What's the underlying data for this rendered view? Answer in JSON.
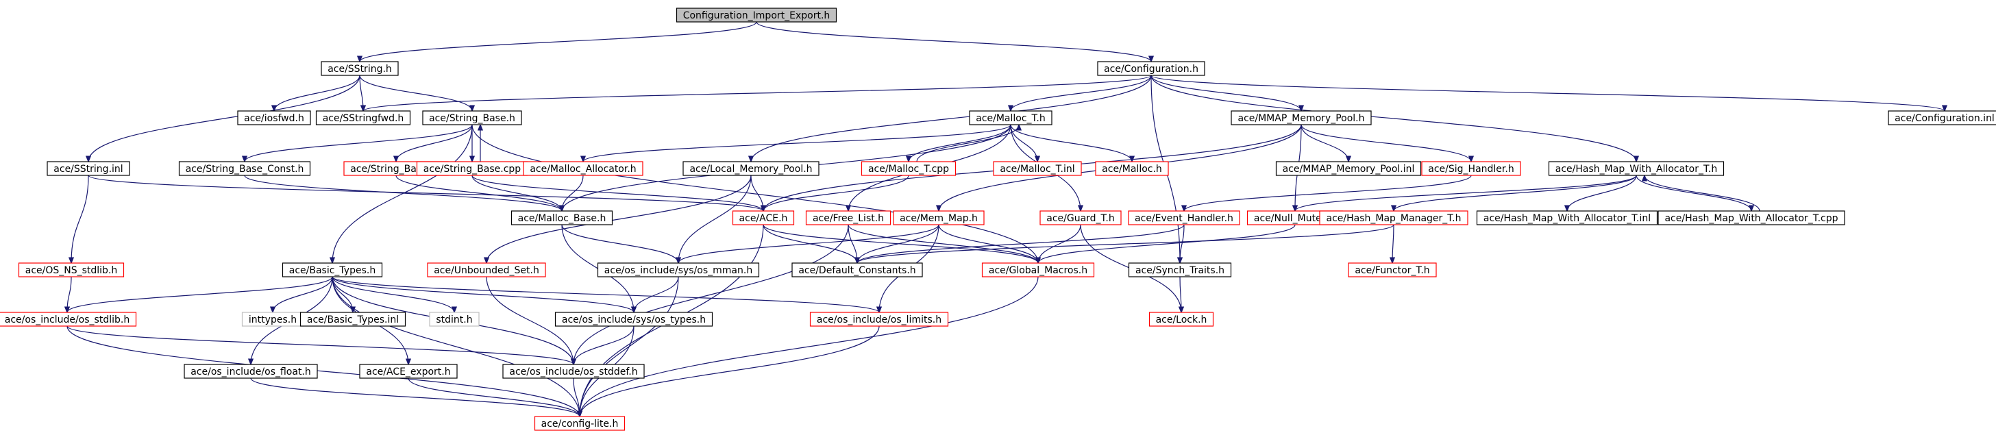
{
  "colors": {
    "edge": "#191970",
    "normal_border": "#000000",
    "incomplete_border": "#ff0000",
    "external_border": "#bfbfbf",
    "root_fill": "#bfbfbf",
    "fill": "#ffffff"
  },
  "nodes": [
    {
      "id": "root",
      "label": "Configuration_Import_Export.h",
      "kind": "root"
    },
    {
      "id": "sstring",
      "label": "ace/SString.h",
      "kind": "normal"
    },
    {
      "id": "configuration",
      "label": "ace/Configuration.h",
      "kind": "normal"
    },
    {
      "id": "iosfwd",
      "label": "ace/iosfwd.h",
      "kind": "normal"
    },
    {
      "id": "sstringfwd",
      "label": "ace/SStringfwd.h",
      "kind": "normal"
    },
    {
      "id": "string_base",
      "label": "ace/String_Base.h",
      "kind": "normal"
    },
    {
      "id": "malloc_t",
      "label": "ace/Malloc_T.h",
      "kind": "normal"
    },
    {
      "id": "mmap_pool",
      "label": "ace/MMAP_Memory_Pool.h",
      "kind": "normal"
    },
    {
      "id": "config_inl",
      "label": "ace/Configuration.inl",
      "kind": "normal"
    },
    {
      "id": "sstring_inl",
      "label": "ace/SString.inl",
      "kind": "normal"
    },
    {
      "id": "sb_const",
      "label": "ace/String_Base_Const.h",
      "kind": "normal"
    },
    {
      "id": "sb_inl",
      "label": "ace/String_Base.inl",
      "kind": "incomplete"
    },
    {
      "id": "sb_cpp",
      "label": "ace/String_Base.cpp",
      "kind": "incomplete"
    },
    {
      "id": "malloc_alloc",
      "label": "ace/Malloc_Allocator.h",
      "kind": "incomplete"
    },
    {
      "id": "local_pool",
      "label": "ace/Local_Memory_Pool.h",
      "kind": "normal"
    },
    {
      "id": "malloc_t_cpp",
      "label": "ace/Malloc_T.cpp",
      "kind": "incomplete"
    },
    {
      "id": "malloc_t_inl",
      "label": "ace/Malloc_T.inl",
      "kind": "incomplete"
    },
    {
      "id": "malloc_h",
      "label": "ace/Malloc.h",
      "kind": "incomplete"
    },
    {
      "id": "mmap_inl",
      "label": "ace/MMAP_Memory_Pool.inl",
      "kind": "normal"
    },
    {
      "id": "sig_handler",
      "label": "ace/Sig_Handler.h",
      "kind": "incomplete"
    },
    {
      "id": "hmwa_t",
      "label": "ace/Hash_Map_With_Allocator_T.h",
      "kind": "normal"
    },
    {
      "id": "malloc_base",
      "label": "ace/Malloc_Base.h",
      "kind": "normal"
    },
    {
      "id": "ace_h",
      "label": "ace/ACE.h",
      "kind": "incomplete"
    },
    {
      "id": "free_list",
      "label": "ace/Free_List.h",
      "kind": "incomplete"
    },
    {
      "id": "mem_map",
      "label": "ace/Mem_Map.h",
      "kind": "incomplete"
    },
    {
      "id": "guard_t",
      "label": "ace/Guard_T.h",
      "kind": "incomplete"
    },
    {
      "id": "event_handler",
      "label": "ace/Event_Handler.h",
      "kind": "incomplete"
    },
    {
      "id": "null_mutex",
      "label": "ace/Null_Mutex.h",
      "kind": "incomplete"
    },
    {
      "id": "hmm_t",
      "label": "ace/Hash_Map_Manager_T.h",
      "kind": "incomplete"
    },
    {
      "id": "hmwa_inl",
      "label": "ace/Hash_Map_With_Allocator_T.inl",
      "kind": "normal"
    },
    {
      "id": "hmwa_cpp",
      "label": "ace/Hash_Map_With_Allocator_T.cpp",
      "kind": "normal"
    },
    {
      "id": "os_ns_stdlib",
      "label": "ace/OS_NS_stdlib.h",
      "kind": "incomplete"
    },
    {
      "id": "basic_types",
      "label": "ace/Basic_Types.h",
      "kind": "normal"
    },
    {
      "id": "unbounded_set",
      "label": "ace/Unbounded_Set.h",
      "kind": "incomplete"
    },
    {
      "id": "os_mman",
      "label": "ace/os_include/sys/os_mman.h",
      "kind": "normal"
    },
    {
      "id": "default_const",
      "label": "ace/Default_Constants.h",
      "kind": "normal"
    },
    {
      "id": "global_macros",
      "label": "ace/Global_Macros.h",
      "kind": "incomplete"
    },
    {
      "id": "synch_traits",
      "label": "ace/Synch_Traits.h",
      "kind": "normal"
    },
    {
      "id": "functor_t",
      "label": "ace/Functor_T.h",
      "kind": "incomplete"
    },
    {
      "id": "os_stdlib",
      "label": "ace/os_include/os_stdlib.h",
      "kind": "incomplete"
    },
    {
      "id": "inttypes",
      "label": "inttypes.h",
      "kind": "external"
    },
    {
      "id": "basic_types_inl",
      "label": "ace/Basic_Types.inl",
      "kind": "normal"
    },
    {
      "id": "stdint",
      "label": "stdint.h",
      "kind": "external"
    },
    {
      "id": "os_types",
      "label": "ace/os_include/sys/os_types.h",
      "kind": "normal"
    },
    {
      "id": "os_limits",
      "label": "ace/os_include/os_limits.h",
      "kind": "incomplete"
    },
    {
      "id": "lock_h",
      "label": "ace/Lock.h",
      "kind": "incomplete"
    },
    {
      "id": "os_float",
      "label": "ace/os_include/os_float.h",
      "kind": "normal"
    },
    {
      "id": "ace_export",
      "label": "ace/ACE_export.h",
      "kind": "normal"
    },
    {
      "id": "os_stddef",
      "label": "ace/os_include/os_stddef.h",
      "kind": "normal"
    },
    {
      "id": "config_lite",
      "label": "ace/config-lite.h",
      "kind": "incomplete"
    }
  ],
  "edges": [
    [
      "root",
      "sstring"
    ],
    [
      "root",
      "configuration"
    ],
    [
      "sstring",
      "iosfwd"
    ],
    [
      "sstring",
      "sstringfwd"
    ],
    [
      "sstring",
      "string_base"
    ],
    [
      "sstring",
      "sstring_inl"
    ],
    [
      "configuration",
      "sstringfwd"
    ],
    [
      "configuration",
      "malloc_t"
    ],
    [
      "configuration",
      "local_pool"
    ],
    [
      "configuration",
      "mmap_pool"
    ],
    [
      "configuration",
      "hmwa_t"
    ],
    [
      "configuration",
      "config_inl"
    ],
    [
      "configuration",
      "synch_traits"
    ],
    [
      "string_base",
      "sb_const"
    ],
    [
      "string_base",
      "sb_inl"
    ],
    [
      "string_base",
      "sb_cpp"
    ],
    [
      "string_base",
      "basic_types"
    ],
    [
      "string_base",
      "global_macros"
    ],
    [
      "sb_cpp",
      "string_base"
    ],
    [
      "sb_cpp",
      "malloc_base"
    ],
    [
      "sb_cpp",
      "ace_h"
    ],
    [
      "sb_inl",
      "malloc_base"
    ],
    [
      "sb_const",
      "malloc_base"
    ],
    [
      "sstring_inl",
      "os_ns_stdlib"
    ],
    [
      "sstring_inl",
      "ace_h"
    ],
    [
      "malloc_t",
      "malloc_alloc"
    ],
    [
      "malloc_t",
      "malloc_t_cpp"
    ],
    [
      "malloc_t",
      "malloc_t_inl"
    ],
    [
      "malloc_t",
      "malloc_h"
    ],
    [
      "malloc_t",
      "free_list"
    ],
    [
      "malloc_t",
      "guard_t"
    ],
    [
      "malloc_t",
      "malloc_base"
    ],
    [
      "malloc_t_cpp",
      "malloc_t"
    ],
    [
      "malloc_t_cpp",
      "ace_h"
    ],
    [
      "malloc_alloc",
      "malloc_base"
    ],
    [
      "local_pool",
      "ace_h"
    ],
    [
      "local_pool",
      "unbounded_set"
    ],
    [
      "local_pool",
      "os_mman"
    ],
    [
      "mmap_pool",
      "mmap_inl"
    ],
    [
      "mmap_pool",
      "sig_handler"
    ],
    [
      "mmap_pool",
      "mem_map"
    ],
    [
      "mmap_pool",
      "ace_h"
    ],
    [
      "mmap_pool",
      "null_mutex"
    ],
    [
      "sig_handler",
      "event_handler"
    ],
    [
      "hmwa_t",
      "hmwa_inl"
    ],
    [
      "hmwa_t",
      "hmwa_cpp"
    ],
    [
      "hmwa_t",
      "null_mutex"
    ],
    [
      "hmwa_t",
      "hmm_t"
    ],
    [
      "hmwa_cpp",
      "hmwa_t"
    ],
    [
      "malloc_base",
      "os_mman"
    ],
    [
      "malloc_base",
      "os_types"
    ],
    [
      "ace_h",
      "default_const"
    ],
    [
      "ace_h",
      "global_macros"
    ],
    [
      "ace_h",
      "config_lite"
    ],
    [
      "free_list",
      "default_const"
    ],
    [
      "free_list",
      "global_macros"
    ],
    [
      "free_list",
      "os_stddef"
    ],
    [
      "mem_map",
      "os_mman"
    ],
    [
      "mem_map",
      "default_const"
    ],
    [
      "mem_map",
      "global_macros"
    ],
    [
      "mem_map",
      "os_limits"
    ],
    [
      "guard_t",
      "global_macros"
    ],
    [
      "guard_t",
      "lock_h"
    ],
    [
      "event_handler",
      "synch_traits"
    ],
    [
      "event_handler",
      "default_const"
    ],
    [
      "null_mutex",
      "global_macros"
    ],
    [
      "hmm_t",
      "functor_t"
    ],
    [
      "hmm_t",
      "default_const"
    ],
    [
      "synch_traits",
      "lock_h"
    ],
    [
      "os_ns_stdlib",
      "os_stdlib"
    ],
    [
      "basic_types",
      "os_stdlib"
    ],
    [
      "basic_types",
      "inttypes"
    ],
    [
      "basic_types",
      "basic_types_inl"
    ],
    [
      "basic_types",
      "stdint"
    ],
    [
      "basic_types",
      "os_types"
    ],
    [
      "basic_types",
      "os_limits"
    ],
    [
      "basic_types",
      "os_float"
    ],
    [
      "basic_types",
      "ace_export"
    ],
    [
      "basic_types",
      "os_stddef"
    ],
    [
      "basic_types",
      "config_lite"
    ],
    [
      "unbounded_set",
      "os_stddef"
    ],
    [
      "os_mman",
      "os_types"
    ],
    [
      "os_mman",
      "config_lite"
    ],
    [
      "global_macros",
      "config_lite"
    ],
    [
      "os_stdlib",
      "os_stddef"
    ],
    [
      "os_stdlib",
      "config_lite"
    ],
    [
      "os_types",
      "os_stddef"
    ],
    [
      "os_types",
      "config_lite"
    ],
    [
      "os_limits",
      "config_lite"
    ],
    [
      "os_float",
      "config_lite"
    ],
    [
      "ace_export",
      "config_lite"
    ],
    [
      "os_stddef",
      "config_lite"
    ]
  ]
}
